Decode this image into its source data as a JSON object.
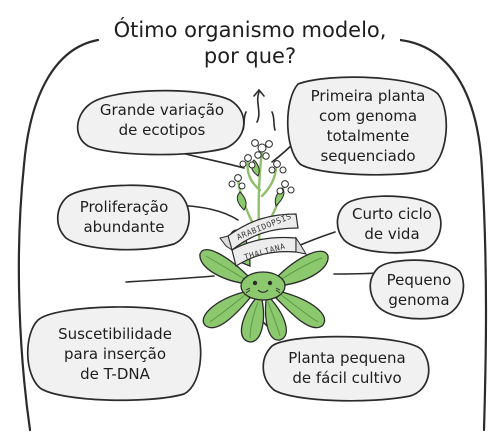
{
  "title": {
    "line1": "Ótimo organismo modelo,",
    "line2": "por que?"
  },
  "bubbles": {
    "ecotypes": {
      "line1": "Grande variação",
      "line2": "de ecotipos"
    },
    "genome_seq": {
      "line1": "Primeira planta",
      "line2": "com genoma",
      "line3": "totalmente",
      "line4": "sequenciado"
    },
    "proliferation": {
      "line1": "Proliferação",
      "line2": "abundante"
    },
    "life_cycle": {
      "line1": "Curto ciclo",
      "line2": "de vida"
    },
    "small_genome": {
      "line1": "Pequeno",
      "line2": "genoma"
    },
    "tdna": {
      "line1": "Suscetibilidade",
      "line2": "para inserção",
      "line3": "de T-DNA"
    },
    "small_plant": {
      "line1": "Planta pequena",
      "line2": "de fácil cultivo"
    }
  },
  "ribbon": {
    "line1": "ARABIDOPSIS",
    "line2": "THALIANA"
  },
  "colors": {
    "outline": "#2b2b2b",
    "bubble_fill": "#f1f1f1",
    "leaf": "#8bc86e",
    "leaf_dark": "#5c9a45",
    "stem": "#8fbf6a",
    "flower": "#ffffff",
    "ribbon": "#ececec"
  }
}
